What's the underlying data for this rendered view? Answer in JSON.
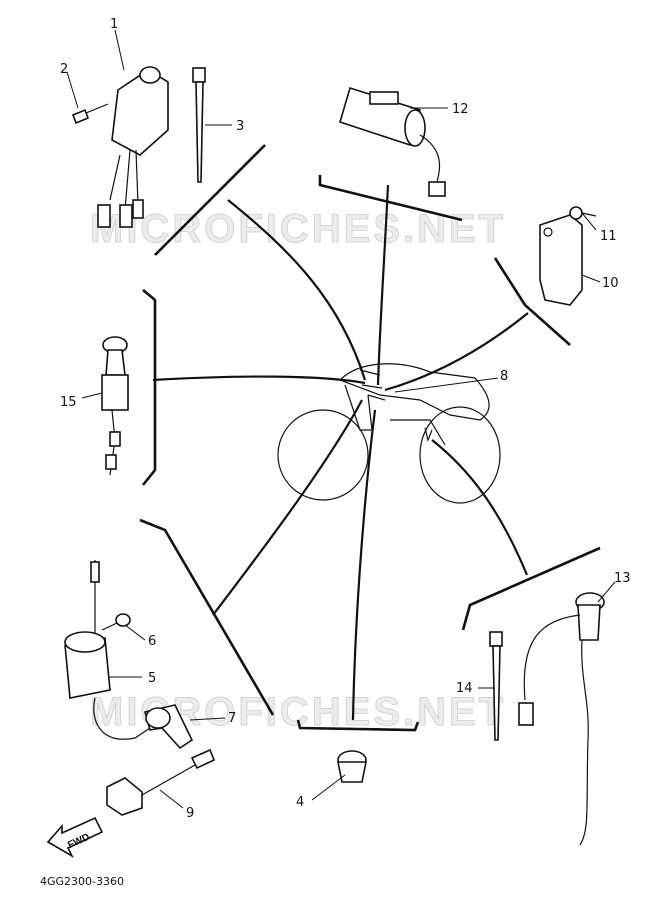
{
  "watermark": "MICROFICHES.NET",
  "diagram_code": "4GG2300-3360",
  "direction_badge": "FWD",
  "callouts": [
    "1",
    "2",
    "3",
    "4",
    "5",
    "6",
    "7",
    "8",
    "9",
    "10",
    "11",
    "12",
    "13",
    "14",
    "15"
  ]
}
